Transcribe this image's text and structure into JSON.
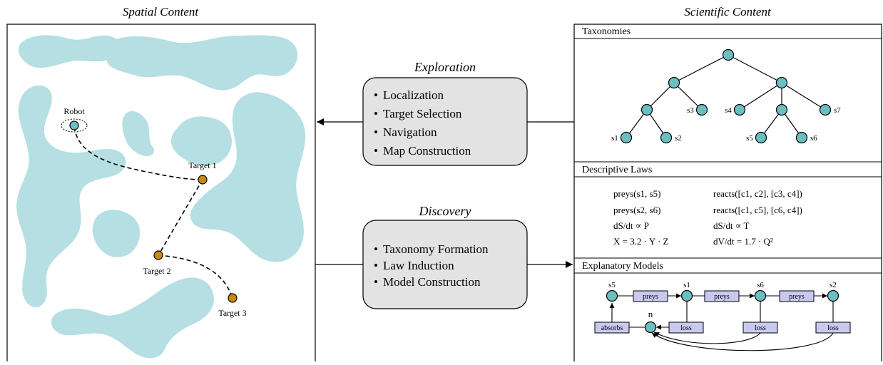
{
  "left_panel": {
    "title": "Spatial Content",
    "robot_label": "Robot",
    "targets": [
      "Target 1",
      "Target 2",
      "Target 3"
    ]
  },
  "right_panel": {
    "title": "Scientific Content",
    "sections": {
      "taxonomies": "Taxonomies",
      "laws": "Descriptive Laws",
      "models": "Explanatory Models"
    },
    "taxonomy_leaves": [
      "s1",
      "s2",
      "s3",
      "s4",
      "s5",
      "s6",
      "s7"
    ],
    "laws_left": [
      "preys(s1, s5)",
      "preys(s2, s6)",
      "dS/dt ∝ P",
      "X = 3.2 · Y · Z"
    ],
    "laws_right": [
      "reacts([c1, c2], [c3, c4])",
      "reacts([c1, c5], [c6, c4])",
      "dS/dt ∝ T",
      "dV/dt = 1.7 · Q²"
    ],
    "model": {
      "nodes": [
        "s5",
        "s1",
        "s6",
        "s2",
        "n"
      ],
      "preys_label": "preys",
      "absorbs_label": "absorbs",
      "loss_label": "loss"
    }
  },
  "middle": {
    "exploration": {
      "title": "Exploration",
      "items": [
        "Localization",
        "Target Selection",
        "Navigation",
        "Map Construction"
      ]
    },
    "discovery": {
      "title": "Discovery",
      "items": [
        "Taxonomy Formation",
        "Law Induction",
        "Model Construction"
      ]
    }
  },
  "colors": {
    "water": "#b5dfe2",
    "node_teal": "#6bbfc0",
    "target_gold": "#c68a0e",
    "box_gray": "#e3e3e3",
    "process_box": "#c9c9ef"
  }
}
